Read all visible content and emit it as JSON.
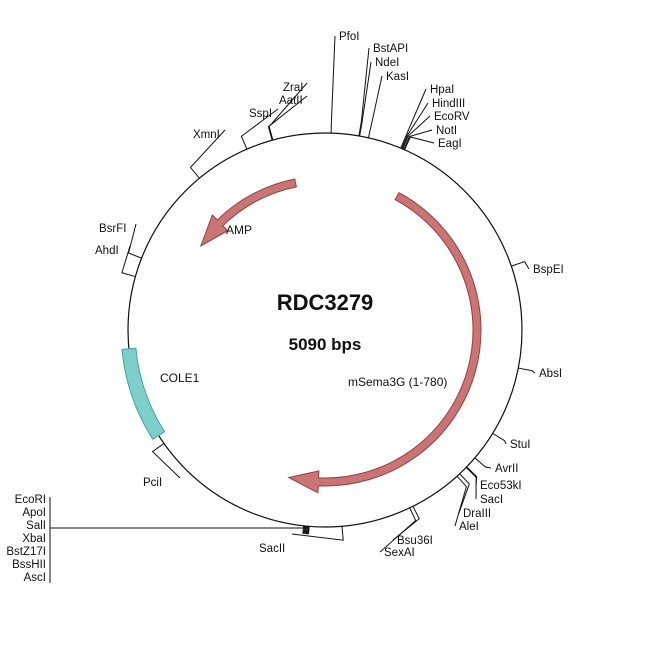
{
  "map": {
    "name": "RDC3279",
    "size_label": "5090 bps"
  },
  "features": [
    {
      "name": "AMP",
      "type": "arrow",
      "start": 4930,
      "end": 4300,
      "color": "#c97575",
      "stroke": "#9a3d3d"
    },
    {
      "name": "mSema3G (1-780)",
      "type": "arrow",
      "start": 400,
      "end": 2740,
      "color": "#c97575",
      "stroke": "#9a3d3d"
    },
    {
      "name": "COLE1",
      "type": "box",
      "start": 3740,
      "end": 3360,
      "color": "#7ecfcb",
      "stroke": "#3aa7a2"
    }
  ],
  "sites": [
    {
      "name": "PfoI",
      "pos": 25
    },
    {
      "name": "BstAPI",
      "pos": 140
    },
    {
      "name": "NdeI",
      "pos": 143
    },
    {
      "name": "KasI",
      "pos": 180
    },
    {
      "name": "HpaI",
      "pos": 320
    },
    {
      "name": "HindIII",
      "pos": 324
    },
    {
      "name": "EcoRV",
      "pos": 328
    },
    {
      "name": "NotI",
      "pos": 333
    },
    {
      "name": "EagI",
      "pos": 337
    },
    {
      "name": "BspEI",
      "pos": 1005
    },
    {
      "name": "AbsI",
      "pos": 1430
    },
    {
      "name": "StuI",
      "pos": 1720
    },
    {
      "name": "AvrII",
      "pos": 1845
    },
    {
      "name": "Eco53kI",
      "pos": 1895
    },
    {
      "name": "SacI",
      "pos": 1898
    },
    {
      "name": "DraIII",
      "pos": 1935
    },
    {
      "name": "AleI",
      "pos": 1950
    },
    {
      "name": "Bsu36I",
      "pos": 2170
    },
    {
      "name": "SexAI",
      "pos": 2185
    },
    {
      "name": "SacII",
      "pos": 2475
    },
    {
      "name": "EcoRI",
      "pos": 2610
    },
    {
      "name": "ApoI",
      "pos": 2613
    },
    {
      "name": "SalI",
      "pos": 2617
    },
    {
      "name": "XbaI",
      "pos": 2621
    },
    {
      "name": "BstZ17I",
      "pos": 2625
    },
    {
      "name": "BssHII",
      "pos": 2629
    },
    {
      "name": "AscI",
      "pos": 2633
    },
    {
      "name": "PciI",
      "pos": 3320
    },
    {
      "name": "AhdI",
      "pos": 4040
    },
    {
      "name": "BsrFI",
      "pos": 4120
    },
    {
      "name": "XmnI",
      "pos": 4530
    },
    {
      "name": "SspI",
      "pos": 4760
    },
    {
      "name": "AatII",
      "pos": 4870
    },
    {
      "name": "ZraI",
      "pos": 4873
    }
  ]
}
